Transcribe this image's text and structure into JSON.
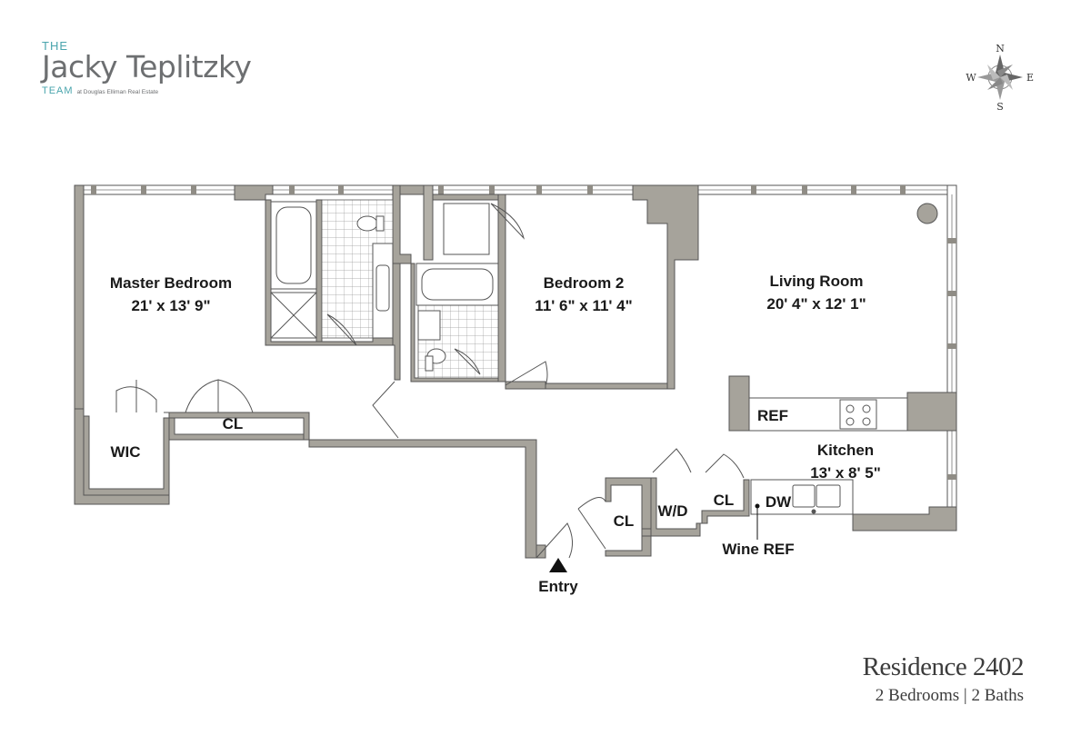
{
  "logo": {
    "the": "THE",
    "name": "Jacky Teplitzky",
    "team": "TEAM",
    "brokerage": "at Douglas Elliman Real Estate"
  },
  "compass": {
    "n": "N",
    "s": "S",
    "e": "E",
    "w": "W"
  },
  "rooms": {
    "master_bedroom": {
      "name": "Master Bedroom",
      "dims": "21' x 13' 9\""
    },
    "bedroom2": {
      "name": "Bedroom 2",
      "dims": "11' 6\" x 11' 4\""
    },
    "living_room": {
      "name": "Living Room",
      "dims": "20' 4\" x 12' 1\""
    },
    "kitchen": {
      "name": "Kitchen",
      "dims": "13' x 8' 5\""
    }
  },
  "labels": {
    "wic": "WIC",
    "cl_master": "CL",
    "cl_entry": "CL",
    "wd": "W/D",
    "cl_hall": "CL",
    "dw": "DW",
    "ref": "REF",
    "wine_ref": "Wine REF",
    "entry": "Entry"
  },
  "residence": {
    "title": "Residence 2402",
    "subtitle": "2 Bedrooms | 2 Baths"
  },
  "colors": {
    "wall": "#a6a39b",
    "wall_edge": "#555555",
    "brand_teal": "#4aa5ad",
    "brand_gray": "#6d6f71"
  }
}
